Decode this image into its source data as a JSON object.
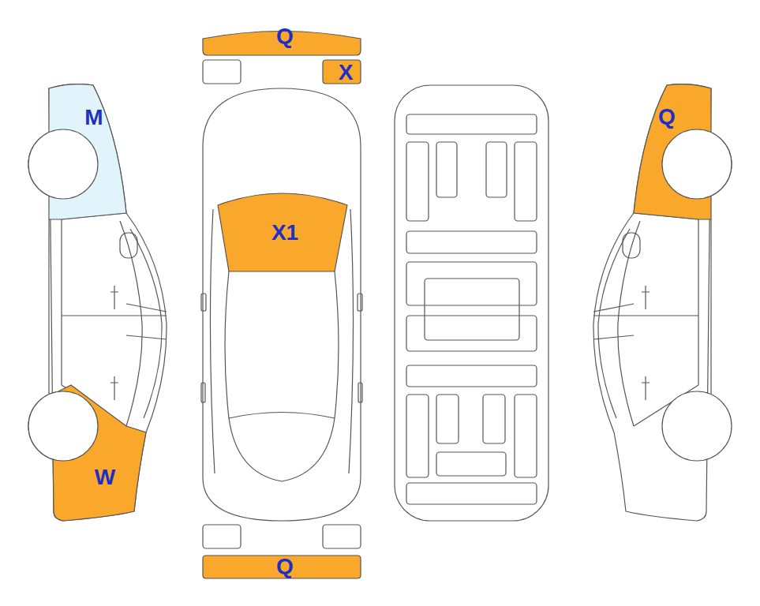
{
  "diagram": {
    "nodes": [
      {
        "text": [
          "Q"
        ]
      },
      {
        "text": [
          "X"
        ]
      },
      {
        "text": [
          "M"
        ]
      },
      {
        "text": [
          "Q"
        ]
      },
      {
        "text": [
          "X1"
        ]
      },
      {
        "text": [
          "W"
        ]
      },
      {
        "text": [
          "Q"
        ]
      }
    ]
  }
}
